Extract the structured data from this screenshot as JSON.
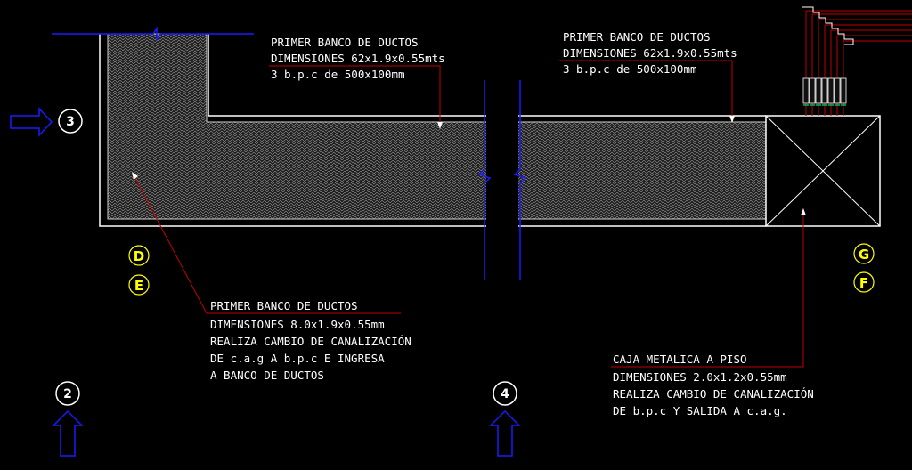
{
  "colors": {
    "background": "#000000",
    "outline": "#ffffff",
    "leader": "#c00000",
    "axis_line": "#1a1aff",
    "grid_letter": "#ffff00",
    "hatch": "#808080"
  },
  "notes": {
    "top_left": {
      "line1": "PRIMER BANCO DE DUCTOS",
      "line2": "DIMENSIONES 62x1.9x0.55mts",
      "line3": "3 b.p.c de 500x100mm"
    },
    "top_right": {
      "line1": "PRIMER BANCO DE DUCTOS",
      "line2": "DIMENSIONES 62x1.9x0.55mts",
      "line3": "3 b.p.c de 500x100mm"
    },
    "bottom_left": {
      "line1": "PRIMER BANCO DE DUCTOS",
      "line2": "DIMENSIONES 8.0x1.9x0.55mm",
      "line3": "REALIZA CAMBIO DE CANALIZACIÓN",
      "line4": "DE c.a.g A b.p.c E INGRESA",
      "line5": "A BANCO DE DUCTOS"
    },
    "bottom_right": {
      "line1": "CAJA METALICA A PISO",
      "line2": "DIMENSIONES 2.0x1.2x0.55mm",
      "line3": "REALIZA CAMBIO DE CANALIZACIÓN",
      "line4": "DE b.p.c Y SALIDA A c.a.g."
    }
  },
  "axes": {
    "axis_3": "3",
    "axis_2": "2",
    "axis_4": "4",
    "letter_d": "D",
    "letter_e": "E",
    "letter_g": "G",
    "letter_f": "F"
  }
}
